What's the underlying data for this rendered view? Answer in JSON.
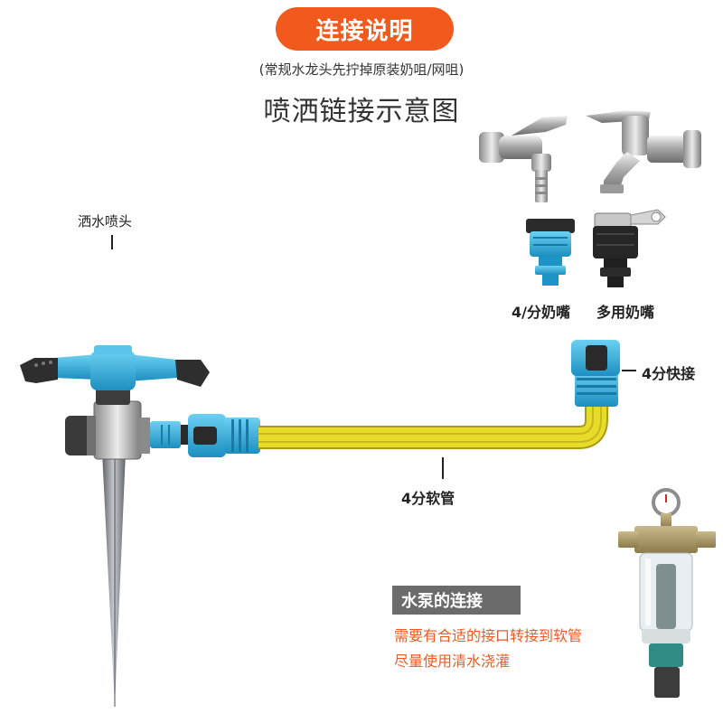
{
  "header": {
    "title": "连接说明",
    "subtitle": "(常规水龙头先拧掉原装奶咀/网咀)",
    "diagram_title": "喷洒链接示意图"
  },
  "labels": {
    "sprinkler_head": "洒水喷头",
    "nozzle_4": "4/分奶嘴",
    "multi_nozzle": "多用奶嘴",
    "quick_connect": "4分快接",
    "hose": "4分软管"
  },
  "pump": {
    "header": "水泵的连接",
    "line1": "需要有合适的接口转接到软管",
    "line2": "尽量使用清水浇灌"
  },
  "colors": {
    "accent": "#f25a1d",
    "connector_blue": "#2aa7d6",
    "hose_yellow": "#e7dc2a",
    "pump_header_gray": "#6b6b6b",
    "pump_text": "#f05a22"
  }
}
